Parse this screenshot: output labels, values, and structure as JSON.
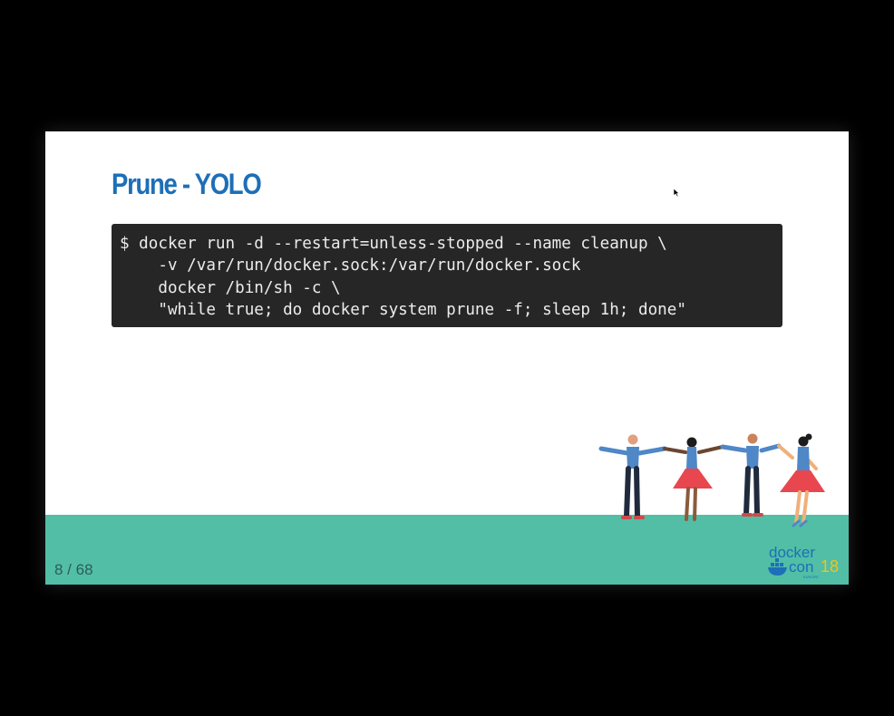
{
  "slide": {
    "title": "Prune - YOLO",
    "code_lines": [
      "$ docker run -d --restart=unless-stopped --name cleanup \\",
      "    -v /var/run/docker.sock:/var/run/docker.sock",
      "    docker /bin/sh -c \\",
      "    \"while true; do docker system prune -f; sleep 1h; done\""
    ],
    "page_counter": "8 / 68"
  },
  "branding": {
    "logo_line1": "docker",
    "logo_line2": "con",
    "logo_number": "18",
    "logo_sub": "EUROPE"
  },
  "colors": {
    "title": "#1d6fb8",
    "code_background": "#262626",
    "code_text": "#ececec",
    "footer_band": "#52bea6",
    "logo_blue": "#1d6fb8",
    "logo_yellow": "#f2c31b"
  },
  "icons": {
    "cursor": "mouse-pointer-icon",
    "illustration": "dancing-people-illustration",
    "logo": "dockercon-whale-logo"
  }
}
